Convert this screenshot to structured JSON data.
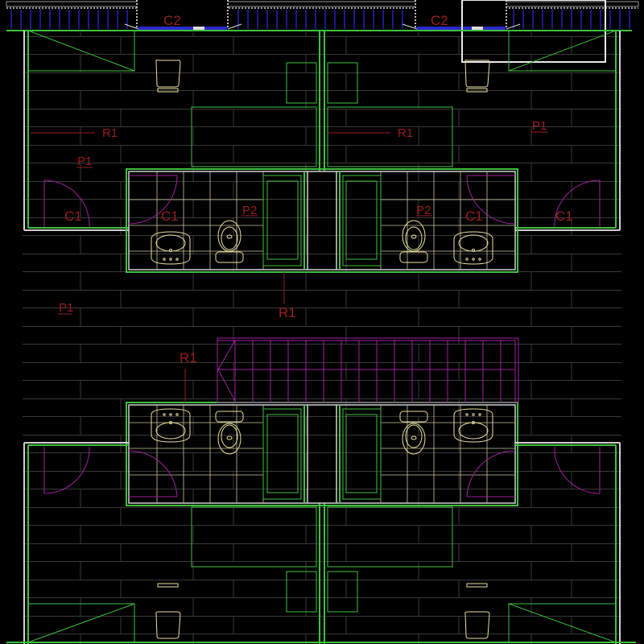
{
  "drawing": {
    "type": "CAD floor plan",
    "background": "#000000",
    "colors": {
      "wall": "#3fbf3f",
      "wall_inner": "#cfcfcf",
      "floor_grid": "#3a3a3a",
      "bath_tile": "#c9c39a",
      "fixture": "#e8e0a0",
      "door_swing": "#a020a0",
      "stair": "#a020a0",
      "window_facade": "#1a1a8c",
      "label": "#9a1e1e"
    }
  },
  "labels": {
    "window_top_left": "C2",
    "window_top_right": "C2",
    "r1_top_left": "R1",
    "r1_top_right": "R1",
    "p1_top_left": "P1",
    "p1_top_right": "P1",
    "c1_room_left": "C1",
    "c1_bath_left": "C1",
    "p2_bath_left": "P2",
    "p2_bath_right": "P2",
    "c1_bath_right": "C1",
    "c1_room_right": "C1",
    "p1_corridor": "P1",
    "r1_corridor": "R1",
    "r1_stair": "R1"
  }
}
